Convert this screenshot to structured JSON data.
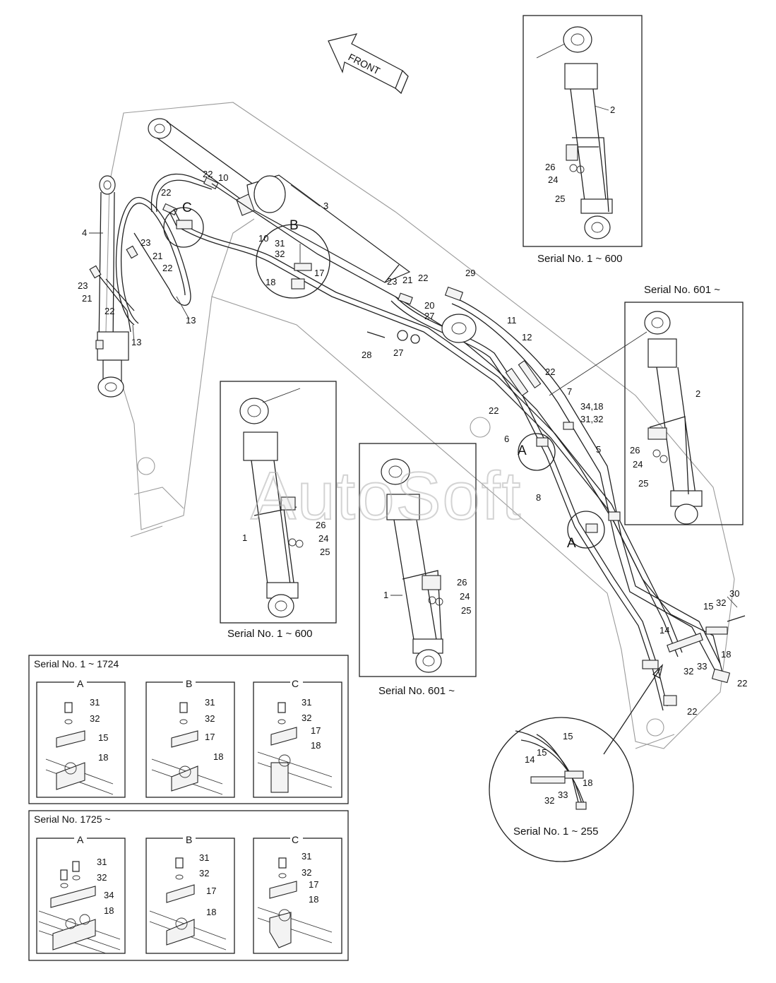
{
  "front_arrow_label": "FRONT",
  "watermark": "AutoSoft",
  "labels": {
    "section_b": "B",
    "section_c": "C",
    "section_a": "A",
    "section_a2": "A",
    "n3": "3",
    "n4": "4",
    "n10": "10",
    "n10b": "10",
    "n22a": "22",
    "n22b": "22",
    "n22c": "22",
    "n23a": "23",
    "n23b": "23",
    "n21a": "21",
    "n21b": "21",
    "n22d": "22",
    "n13a": "13",
    "n13b": "13",
    "n31": "31",
    "n32": "32",
    "n17": "17",
    "n18": "18",
    "n23c": "23",
    "n21c": "21",
    "n22e": "22",
    "n20": "20",
    "n27a": "27",
    "n27b": "27",
    "n29": "29",
    "n28": "28",
    "n11": "11",
    "n12": "12",
    "n22f": "22",
    "n7": "7",
    "n3418": "34,18",
    "n3132": "31,32",
    "n5": "5",
    "n22g": "22",
    "n6": "6",
    "n8": "8",
    "n30": "30",
    "n15": "15",
    "n32b": "32",
    "n14": "14",
    "n18b": "18",
    "n33": "33",
    "n32c": "32",
    "n22h": "22",
    "n22i": "22"
  },
  "inset_top_right": {
    "caption": "Serial No. 1 ~ 600",
    "labels": [
      "2",
      "26",
      "24",
      "25"
    ]
  },
  "inset_mid_right": {
    "caption": "Serial No. 601 ~",
    "labels": [
      "2",
      "26",
      "24",
      "25"
    ]
  },
  "inset_mid_left": {
    "caption": "Serial No. 1 ~ 600",
    "labels": [
      "1",
      "26",
      "24",
      "25"
    ]
  },
  "inset_mid_center": {
    "caption": "Serial No. 601 ~",
    "labels": [
      "1",
      "26",
      "24",
      "25"
    ]
  },
  "circle_detail": {
    "caption": "Serial No. 1 ~ 255",
    "labels": [
      "15",
      "15",
      "14",
      "18",
      "32",
      "33"
    ]
  },
  "box1724": {
    "title": "Serial No. 1 ~ 1724",
    "panels": [
      {
        "letter": "A",
        "labels": [
          "31",
          "32",
          "15",
          "18"
        ]
      },
      {
        "letter": "B",
        "labels": [
          "31",
          "32",
          "17",
          "18"
        ]
      },
      {
        "letter": "C",
        "labels": [
          "31",
          "32",
          "17",
          "18"
        ]
      }
    ]
  },
  "box1725": {
    "title": "Serial No. 1725 ~",
    "panels": [
      {
        "letter": "A",
        "labels": [
          "31",
          "32",
          "34",
          "18"
        ]
      },
      {
        "letter": "B",
        "labels": [
          "31",
          "32",
          "17",
          "18"
        ]
      },
      {
        "letter": "C",
        "labels": [
          "31",
          "32",
          "17",
          "18"
        ]
      }
    ]
  }
}
